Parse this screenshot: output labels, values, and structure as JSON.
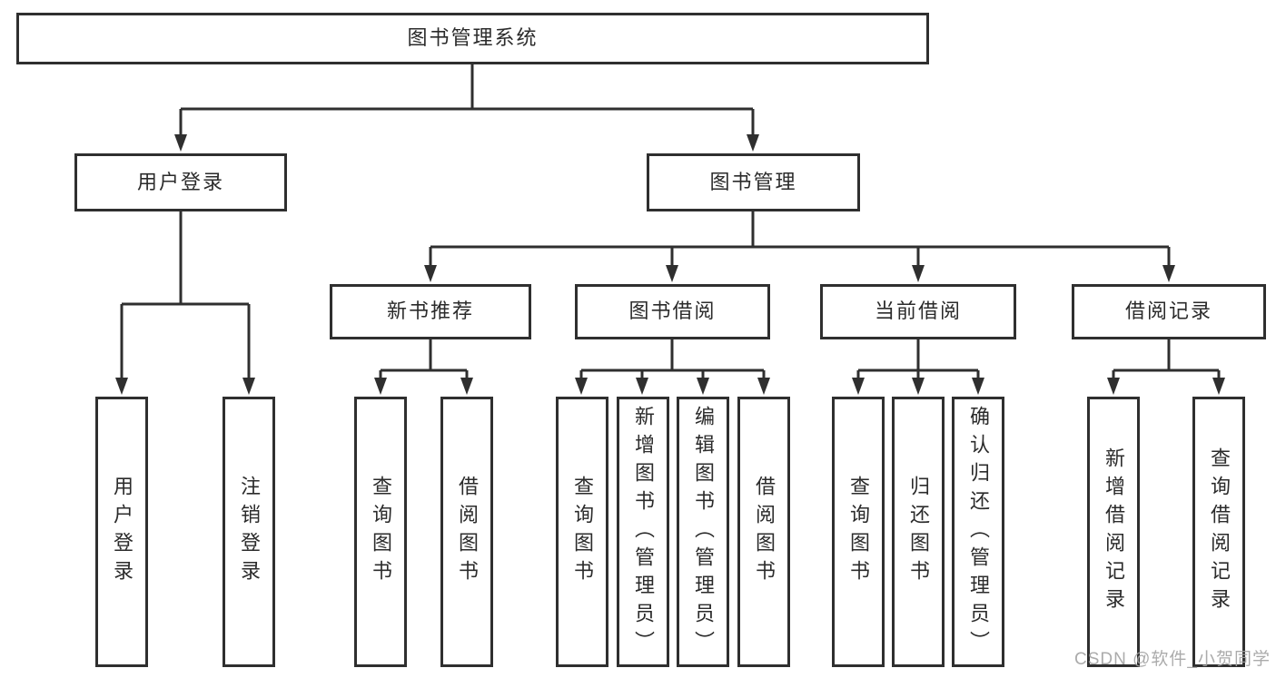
{
  "tree": {
    "label": "图书管理系统",
    "children": [
      {
        "label": "用户登录",
        "children": [
          {
            "label": "用户登录"
          },
          {
            "label": "注销登录"
          }
        ]
      },
      {
        "label": "图书管理",
        "children": [
          {
            "label": "新书推荐",
            "children": [
              {
                "label": "查询图书"
              },
              {
                "label": "借阅图书"
              }
            ]
          },
          {
            "label": "图书借阅",
            "children": [
              {
                "label": "查询图书"
              },
              {
                "label": "新增图书（管理员）"
              },
              {
                "label": "编辑图书（管理员）"
              },
              {
                "label": "借阅图书"
              }
            ]
          },
          {
            "label": "当前借阅",
            "children": [
              {
                "label": "查询图书"
              },
              {
                "label": "归还图书"
              },
              {
                "label": "确认归还（管理员）"
              }
            ]
          },
          {
            "label": "借阅记录",
            "children": [
              {
                "label": "新增借阅记录"
              },
              {
                "label": "查询借阅记录"
              }
            ]
          }
        ]
      }
    ]
  },
  "watermark": {
    "text": "CSDN @软件_小贺同学"
  },
  "colors": {
    "line": "#2f2f2f",
    "box_border": "#2f2f2f",
    "box_fill": "#ffffff",
    "text": "#2b2b2b",
    "watermark": "#a3a3a3",
    "background": "#ffffff"
  }
}
